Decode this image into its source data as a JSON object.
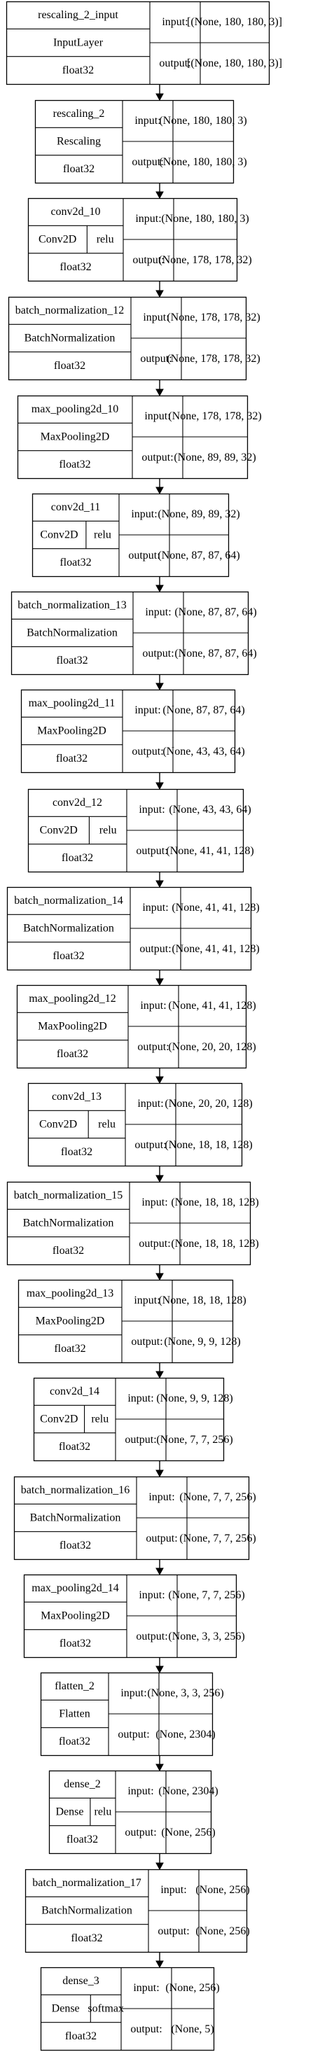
{
  "nodes": [
    {
      "name": "rescaling_2_input",
      "layer": "InputLayer",
      "dtype": "float32",
      "input": "[(None, 180, 180, 3)]",
      "output": "[(None, 180, 180, 3)]"
    },
    {
      "name": "rescaling_2",
      "layer": "Rescaling",
      "dtype": "float32",
      "input": "(None, 180, 180, 3)",
      "output": "(None, 180, 180, 3)"
    },
    {
      "name": "conv2d_10",
      "layer": "Conv2D",
      "activation": "relu",
      "dtype": "float32",
      "input": "(None, 180, 180, 3)",
      "output": "(None, 178, 178, 32)"
    },
    {
      "name": "batch_normalization_12",
      "layer": "BatchNormalization",
      "dtype": "float32",
      "input": "(None, 178, 178, 32)",
      "output": "(None, 178, 178, 32)"
    },
    {
      "name": "max_pooling2d_10",
      "layer": "MaxPooling2D",
      "dtype": "float32",
      "input": "(None, 178, 178, 32)",
      "output": "(None, 89, 89, 32)"
    },
    {
      "name": "conv2d_11",
      "layer": "Conv2D",
      "activation": "relu",
      "dtype": "float32",
      "input": "(None, 89, 89, 32)",
      "output": "(None, 87, 87, 64)"
    },
    {
      "name": "batch_normalization_13",
      "layer": "BatchNormalization",
      "dtype": "float32",
      "input": "(None, 87, 87, 64)",
      "output": "(None, 87, 87, 64)"
    },
    {
      "name": "max_pooling2d_11",
      "layer": "MaxPooling2D",
      "dtype": "float32",
      "input": "(None, 87, 87, 64)",
      "output": "(None, 43, 43, 64)"
    },
    {
      "name": "conv2d_12",
      "layer": "Conv2D",
      "activation": "relu",
      "dtype": "float32",
      "input": "(None, 43, 43, 64)",
      "output": "(None, 41, 41, 128)"
    },
    {
      "name": "batch_normalization_14",
      "layer": "BatchNormalization",
      "dtype": "float32",
      "input": "(None, 41, 41, 128)",
      "output": "(None, 41, 41, 128)"
    },
    {
      "name": "max_pooling2d_12",
      "layer": "MaxPooling2D",
      "dtype": "float32",
      "input": "(None, 41, 41, 128)",
      "output": "(None, 20, 20, 128)"
    },
    {
      "name": "conv2d_13",
      "layer": "Conv2D",
      "activation": "relu",
      "dtype": "float32",
      "input": "(None, 20, 20, 128)",
      "output": "(None, 18, 18, 128)"
    },
    {
      "name": "batch_normalization_15",
      "layer": "BatchNormalization",
      "dtype": "float32",
      "input": "(None, 18, 18, 128)",
      "output": "(None, 18, 18, 128)"
    },
    {
      "name": "max_pooling2d_13",
      "layer": "MaxPooling2D",
      "dtype": "float32",
      "input": "(None, 18, 18, 128)",
      "output": "(None, 9, 9, 128)"
    },
    {
      "name": "conv2d_14",
      "layer": "Conv2D",
      "activation": "relu",
      "dtype": "float32",
      "input": "(None, 9, 9, 128)",
      "output": "(None, 7, 7, 256)"
    },
    {
      "name": "batch_normalization_16",
      "layer": "BatchNormalization",
      "dtype": "float32",
      "input": "(None, 7, 7, 256)",
      "output": "(None, 7, 7, 256)"
    },
    {
      "name": "max_pooling2d_14",
      "layer": "MaxPooling2D",
      "dtype": "float32",
      "input": "(None, 7, 7, 256)",
      "output": "(None, 3, 3, 256)"
    },
    {
      "name": "flatten_2",
      "layer": "Flatten",
      "dtype": "float32",
      "input": "(None, 3, 3, 256)",
      "output": "(None, 2304)"
    },
    {
      "name": "dense_2",
      "layer": "Dense",
      "activation": "relu",
      "dtype": "float32",
      "input": "(None, 2304)",
      "output": "(None, 256)"
    },
    {
      "name": "batch_normalization_17",
      "layer": "BatchNormalization",
      "dtype": "float32",
      "input": "(None, 256)",
      "output": "(None, 256)"
    },
    {
      "name": "dense_3",
      "layer": "Dense",
      "activation": "softmax",
      "dtype": "float32",
      "input": "(None, 256)",
      "output": "(None, 5)"
    }
  ],
  "labels": {
    "input": "input:",
    "output": "output:"
  },
  "colors": {
    "stroke": "#000000",
    "background": "#ffffff"
  }
}
